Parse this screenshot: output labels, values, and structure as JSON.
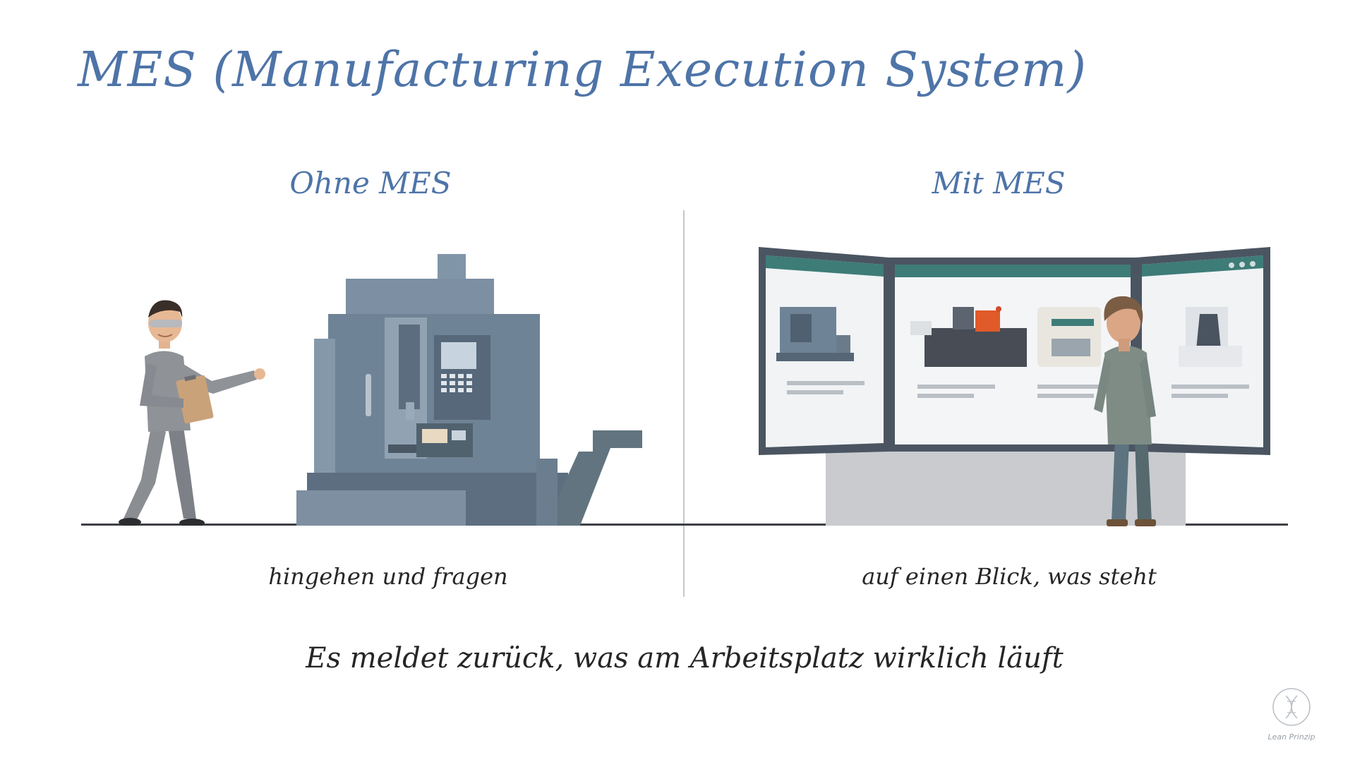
{
  "title": "MES (Manufacturing Execution System)",
  "left": {
    "heading": "Ohne MES",
    "caption": "hingehen und fragen"
  },
  "right": {
    "heading": "Mit MES",
    "caption": "auf einen Blick, was steht"
  },
  "summary": "Es meldet zurück, was am Arbeitsplatz wirklich läuft",
  "logo": {
    "text": "Lean Prinzip"
  },
  "colors": {
    "accent": "#4e74a8",
    "machine": "#6f8396",
    "screen_header": "#3e7c78",
    "text": "#262626"
  }
}
